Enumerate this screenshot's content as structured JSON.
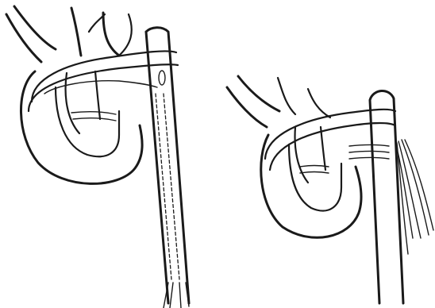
{
  "figure": {
    "panels": [
      {
        "id": "left",
        "subject": "hand-wrapped-with-cord-and-perforated-rod"
      },
      {
        "id": "right",
        "subject": "hand-with-tied-cord-and-frayed-rod"
      }
    ],
    "ink_color": "#1a1a1a",
    "background": "#ffffff"
  }
}
